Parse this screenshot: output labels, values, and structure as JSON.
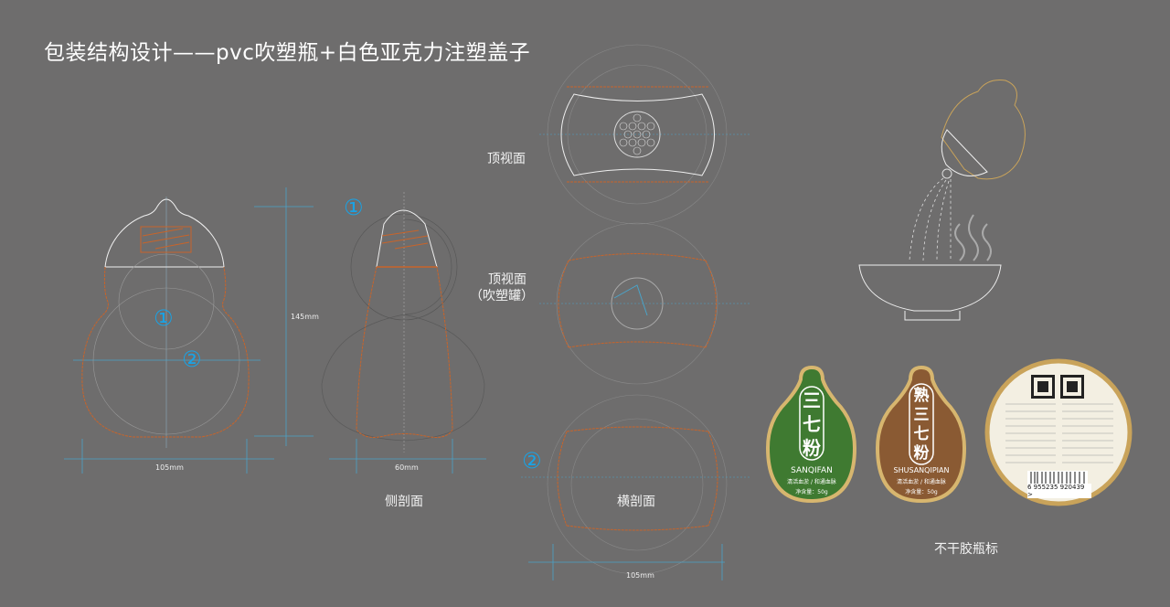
{
  "title": "包装结构设计——pvc吹塑瓶+白色亚克力注塑盖子",
  "views": {
    "side_section": "侧剖面",
    "top_view": "顶视面",
    "top_view_blow": "顶视面",
    "top_view_blow_sub": "（吹塑罐）",
    "cross_section": "横剖面",
    "labels_caption": "不干胶瓶标"
  },
  "dimensions": {
    "front_width": "105mm",
    "height": "145mm",
    "side_width": "60mm",
    "cross_width": "105mm"
  },
  "markers": {
    "one": "①",
    "two": "②"
  },
  "labels": {
    "green": {
      "chars": [
        "三",
        "七",
        "粉"
      ],
      "pinyin": "SANQIFAN",
      "tagline": "清活血淤 / 和通血脉",
      "net": "净含量：50g",
      "color": "#3f7a31"
    },
    "brown": {
      "chars": [
        "熟",
        "三",
        "七",
        "粉"
      ],
      "pinyin": "SHUSANQIPIAN",
      "tagline": "清活血淤 / 和通血脉",
      "net": "净含量：50g",
      "color": "#8a5a33"
    },
    "back": {
      "barcode": "6 955235 920439 >"
    }
  },
  "colors": {
    "background": "#6e6d6d",
    "orange_line": "#c8642a",
    "blue_line": "#4aa3c8",
    "marker": "#19a3e6",
    "gold": "#c9a35a"
  }
}
